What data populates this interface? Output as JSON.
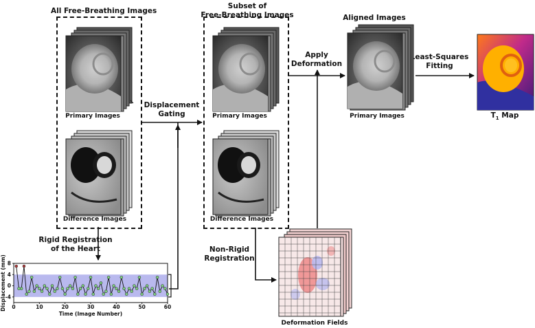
{
  "titles": {
    "all_images": "All Free-Breathing Images",
    "subset": "Subset of\nFree-Breathing Images",
    "aligned": "Aligned Images"
  },
  "labels": {
    "primary_images": "Primary Images",
    "difference_images": "Difference Images",
    "deformation_fields": "Deformation Fields",
    "t1_map": "T1 Map"
  },
  "steps": {
    "displacement_gating": "Displacement\nGating",
    "apply_deformation": "Apply\nDeformation",
    "least_squares": "Least-Squares\nFitting",
    "rigid_registration": "Rigid Registration\nof the Heart",
    "non_rigid_registration": "Non-Rigid\nRegistration"
  },
  "chart_data": {
    "type": "line",
    "xlabel": "Time (Image Number)",
    "ylabel": "Displacement (mm)",
    "xlim": [
      0,
      60
    ],
    "ylim": [
      -6,
      8
    ],
    "xticks": [
      0,
      10,
      20,
      30,
      40,
      50,
      60
    ],
    "yticks": [
      -4,
      0,
      4,
      8
    ],
    "band": [
      -4,
      4
    ],
    "x": [
      1,
      2,
      3,
      4,
      5,
      6,
      7,
      8,
      9,
      10,
      11,
      12,
      13,
      14,
      15,
      16,
      17,
      18,
      19,
      20,
      21,
      22,
      23,
      24,
      25,
      26,
      27,
      28,
      29,
      30,
      31,
      32,
      33,
      34,
      35,
      36,
      37,
      38,
      39,
      40,
      41,
      42,
      43,
      44,
      45,
      46,
      47,
      48,
      49,
      50,
      51,
      52,
      53,
      54,
      55,
      56,
      57,
      58,
      59,
      60
    ],
    "y": [
      7,
      -1,
      -1,
      7,
      -3,
      -2,
      3,
      -2,
      0,
      -1,
      -2,
      0,
      -1,
      -3,
      0,
      -2,
      -1,
      3,
      -1,
      -3,
      -1,
      0,
      -1,
      3,
      -3,
      -1,
      0,
      -3,
      -1,
      3,
      -3,
      0,
      -1,
      1,
      -3,
      -2,
      3,
      -3,
      0,
      -1,
      -2,
      3,
      -1,
      -3,
      -1,
      -2,
      0,
      -1,
      3,
      -3,
      -1,
      0,
      -2,
      -1,
      -3,
      3,
      -2,
      0,
      -1,
      -3
    ],
    "colors": {
      "band": "#b9b9ee",
      "outlier": "#b03a3a",
      "inlier": "#7fd27f",
      "line": "#111111"
    }
  }
}
